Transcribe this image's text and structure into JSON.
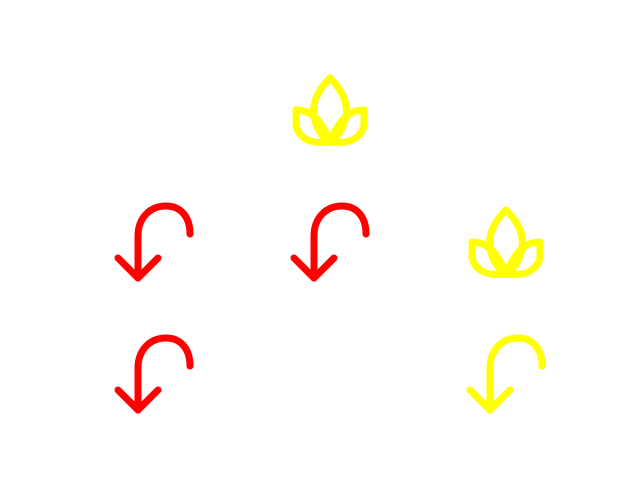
{
  "colors": {
    "red": "#ff0000",
    "yellow": "#ffff00",
    "background": "#ffffff"
  },
  "icons": [
    {
      "name": "lotus-icon",
      "color": "yellow",
      "row": 1,
      "col": 2
    },
    {
      "name": "curved-arrow-down-left-icon",
      "color": "red",
      "row": 2,
      "col": 1
    },
    {
      "name": "curved-arrow-down-left-icon",
      "color": "red",
      "row": 2,
      "col": 2
    },
    {
      "name": "lotus-icon",
      "color": "yellow",
      "row": 2,
      "col": 3
    },
    {
      "name": "curved-arrow-down-left-icon",
      "color": "red",
      "row": 3,
      "col": 1
    },
    {
      "name": "curved-arrow-down-left-icon",
      "color": "yellow",
      "row": 3,
      "col": 3
    }
  ]
}
